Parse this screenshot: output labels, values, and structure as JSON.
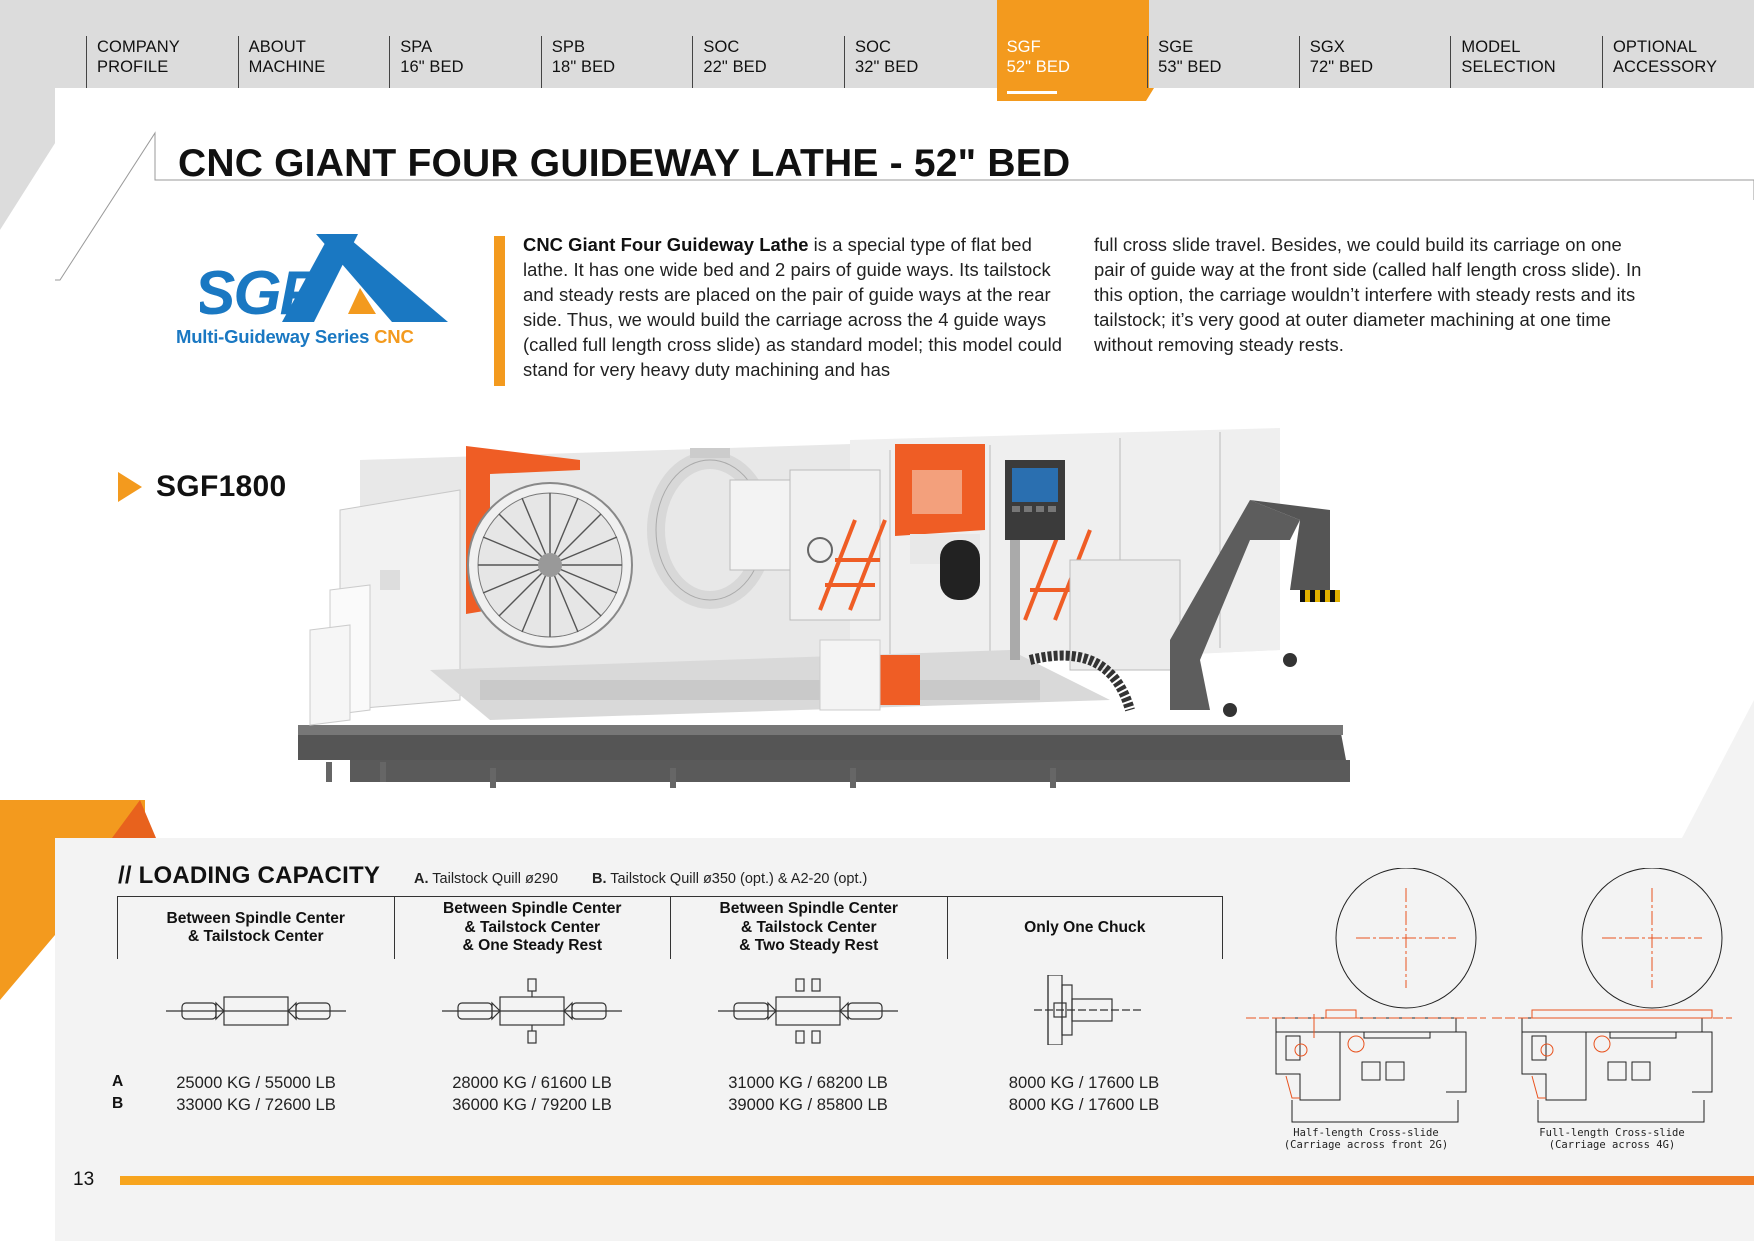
{
  "nav": {
    "tabs": [
      {
        "line1": "COMPANY",
        "line2": "PROFILE",
        "active": false
      },
      {
        "line1": "ABOUT",
        "line2": "MACHINE",
        "active": false
      },
      {
        "line1": "SPA",
        "line2": "16\" BED",
        "active": false
      },
      {
        "line1": "SPB",
        "line2": "18\" BED",
        "active": false
      },
      {
        "line1": "SOC",
        "line2": "22\" BED",
        "active": false
      },
      {
        "line1": "SOC",
        "line2": "32\" BED",
        "active": false
      },
      {
        "line1": "SGF",
        "line2": "52\" BED",
        "active": true
      },
      {
        "line1": "SGE",
        "line2": "53\" BED",
        "active": false
      },
      {
        "line1": "SGX",
        "line2": "72\" BED",
        "active": false
      },
      {
        "line1": "MODEL",
        "line2": "SELECTION",
        "active": false
      },
      {
        "line1": "OPTIONAL",
        "line2": "ACCESSORY",
        "active": false
      }
    ]
  },
  "page": {
    "title": "CNC GIANT FOUR GUIDEWAY LATHE - 52\" BED",
    "number": "13"
  },
  "logo": {
    "mark": "SGF",
    "series": "Multi-Guideway Series",
    "series_accent": "CNC"
  },
  "description": {
    "lead": "CNC Giant Four Guideway Lathe",
    "col1_rest": " is a special type of flat bed lathe. It has one wide bed and 2 pairs of guide ways. Its tailstock and steady rests are placed on the pair of guide ways at the rear side. Thus, we would build the carriage across the 4 guide ways (called full length cross slide) as standard model; this model could stand for very heavy duty machining and has",
    "col2": "full cross slide travel. Besides, we could build its carriage on one pair of guide way at the front side (called half length cross slide). In this option, the carriage wouldn’t interfere with steady rests and its tailstock; it’s very good at outer diameter machining at one time without removing steady rests."
  },
  "model_name": "SGF1800",
  "loading_capacity": {
    "title": "// LOADING CAPACITY",
    "note_a_key": "A.",
    "note_a": " Tailstock Quill ø290",
    "note_b_key": "B.",
    "note_b": " Tailstock Quill ø350 (opt.) & A2-20 (opt.)",
    "columns": [
      {
        "l1": "Between Spindle Center",
        "l2": "& Tailstock Center",
        "l3": ""
      },
      {
        "l1": "Between Spindle Center",
        "l2": "& Tailstock Center",
        "l3": "& One Steady Rest"
      },
      {
        "l1": "Between Spindle Center",
        "l2": "& Tailstock Center",
        "l3": "& Two Steady Rest"
      },
      {
        "l1": "Only One Chuck",
        "l2": "",
        "l3": ""
      }
    ],
    "rows": [
      {
        "label": "A",
        "values": [
          "25000 KG / 55000 LB",
          "28000 KG / 61600 LB",
          "31000 KG / 68200 LB",
          "8000 KG / 17600 LB"
        ]
      },
      {
        "label": "B",
        "values": [
          "33000 KG / 72600 LB",
          "36000 KG / 79200 LB",
          "39000 KG / 85800 LB",
          "8000 KG / 17600 LB"
        ]
      }
    ]
  },
  "diagrams": [
    {
      "l1": "Half-length Cross-slide",
      "l2": "(Carriage across front 2G)"
    },
    {
      "l1": "Full-length Cross-slide",
      "l2": "(Carriage across 4G)"
    }
  ],
  "colors": {
    "accent": "#f39a1e",
    "brand_blue": "#1a78c2",
    "machine_orange": "#ef5d25",
    "nav_gray": "#dcdcdc"
  }
}
